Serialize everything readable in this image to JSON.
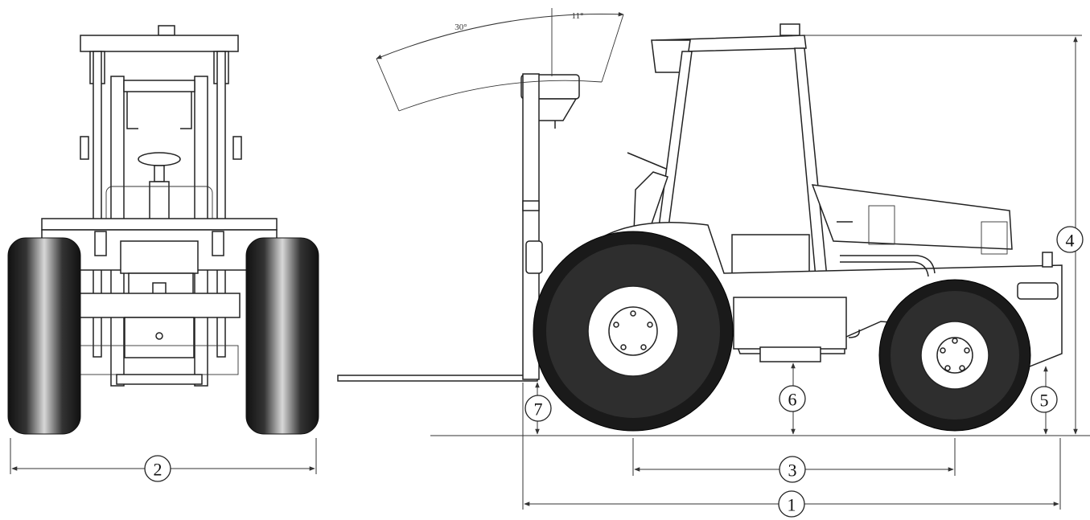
{
  "angles": {
    "tilt_back": "30°",
    "tilt_forward": "11°"
  },
  "callouts": {
    "overall_length": "1",
    "overall_width": "2",
    "wheelbase": "3",
    "overall_height": "4",
    "rear_ground_clearance": "5",
    "center_ground_clearance": "6",
    "fork_height": "7"
  }
}
